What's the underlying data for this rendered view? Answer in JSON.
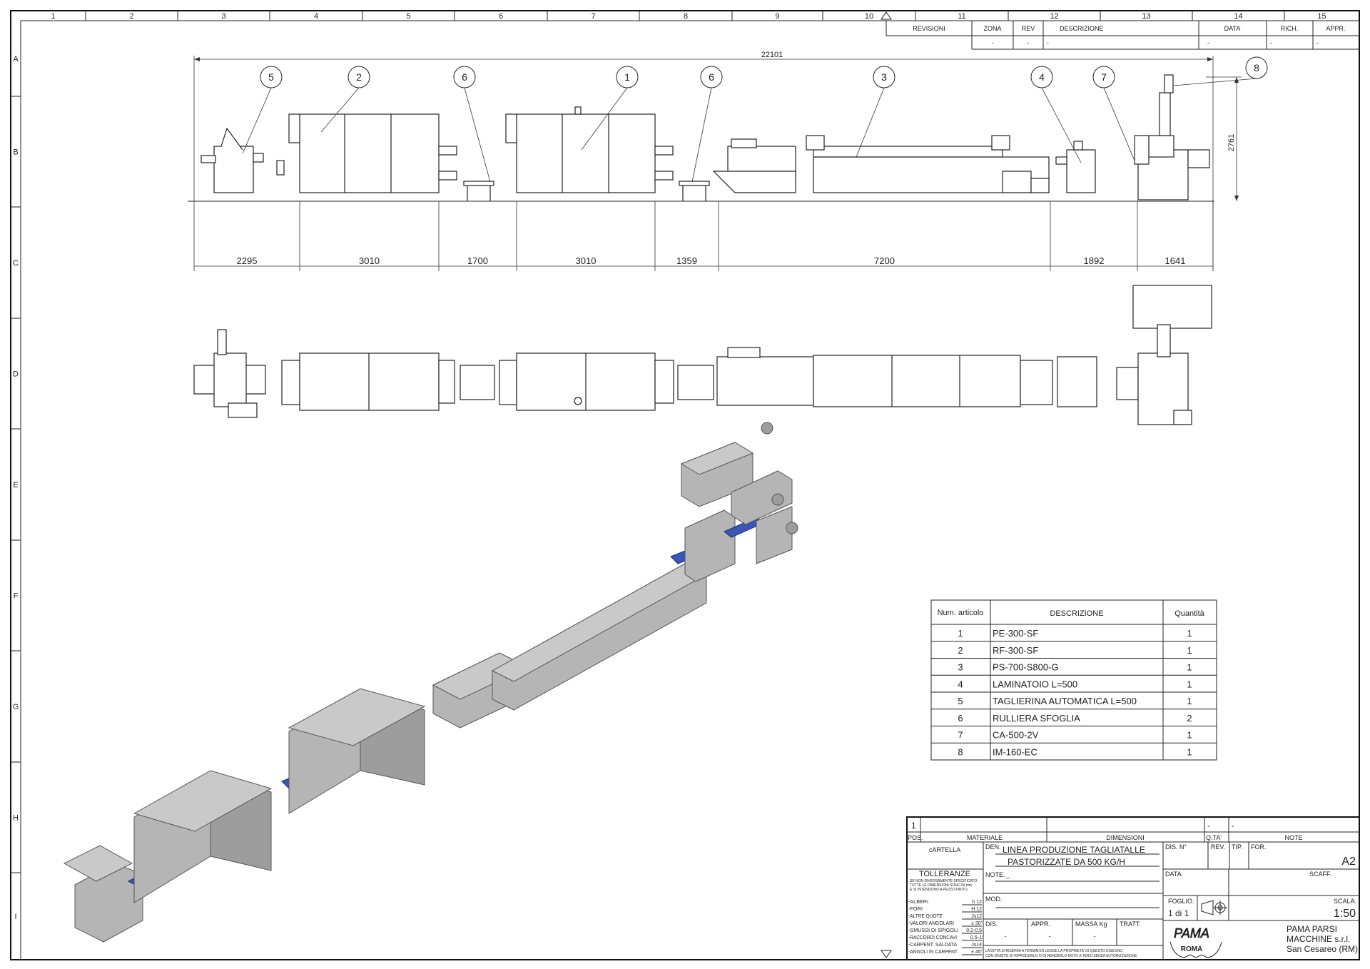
{
  "sheet": {
    "columns": [
      "1",
      "2",
      "3",
      "4",
      "5",
      "6",
      "7",
      "8",
      "9",
      "10",
      "11",
      "12",
      "13",
      "14",
      "15"
    ],
    "rows": [
      "A",
      "B",
      "C",
      "D",
      "E",
      "F",
      "G",
      "H",
      "I"
    ]
  },
  "revisions": {
    "headers": [
      "REVISIONI",
      "ZONA",
      "REV",
      "DESCRIZIONE",
      "DATA",
      "RICH.",
      "APPR."
    ],
    "row": [
      "-",
      "-",
      "-",
      "-",
      "-",
      "-"
    ]
  },
  "elevation": {
    "overall_length": "22101",
    "height": "2761",
    "segments": [
      "2295",
      "3010",
      "1700",
      "3010",
      "1359",
      "7200",
      "1892",
      "1641"
    ],
    "balloons": [
      "5",
      "2",
      "6",
      "1",
      "6",
      "3",
      "4",
      "7",
      "8"
    ]
  },
  "parts_table": {
    "headers": [
      "Num. articolo",
      "DESCRIZIONE",
      "Quantità"
    ],
    "rows": [
      {
        "num": "1",
        "desc": "PE-300-SF",
        "qty": "1"
      },
      {
        "num": "2",
        "desc": "RF-300-SF",
        "qty": "1"
      },
      {
        "num": "3",
        "desc": "PS-700-S800-G",
        "qty": "1"
      },
      {
        "num": "4",
        "desc": "LAMINATOIO  L=500",
        "qty": "1"
      },
      {
        "num": "5",
        "desc": "TAGLIERINA AUTOMATICA L=500",
        "qty": "1"
      },
      {
        "num": "6",
        "desc": "RULLIERA SFOGLIA",
        "qty": "2"
      },
      {
        "num": "7",
        "desc": "CA-500-2V",
        "qty": "1"
      },
      {
        "num": "8",
        "desc": "IM-160-EC",
        "qty": "1"
      }
    ]
  },
  "title_block": {
    "pos_value": "1",
    "qta_value": "-",
    "note_value": "-",
    "pos_label": "POS.",
    "materiale_label": "MATERIALE",
    "dimensioni_label": "DIMENSIONI",
    "qta_label": "Q.TA'",
    "note_label": "NOTE",
    "cartella_label": "cARTELLA",
    "den_label": "DEN.",
    "den_line1": "LINEA PRODUZIONE TAGLIATALLE",
    "den_line2": "PASTORIZZATE DA 500 KG/H",
    "dis_n_label": "DIS. N°",
    "rev_label": "REV.",
    "tip_label": "TIP.",
    "for_label": "FOR.",
    "for_value": "A2",
    "tolleranze_label": "TOLLERANZE",
    "tolleranze_note1": "SE NON DIVERSAMENTE SPECIFICATO",
    "tolleranze_note2": "TUTTE LE DIMENSIONI SONO IN mm",
    "tolleranze_note3": "E SI INTENDONO A PEZZO FINITO.",
    "note_field_label": "NOTE.",
    "note_field_value": "_",
    "data_label": "DATA.",
    "scaff_label": "SCAFF.",
    "mod_label": "MOD.",
    "foglio_label": "FOGLIO.",
    "foglio_value": "1 di 1",
    "scala_label": "SCALA.",
    "scala_value": "1:50",
    "tolerances": [
      {
        "label": "-ALBERI",
        "value": "h 12"
      },
      {
        "label": "-FORI",
        "value": "H 12"
      },
      {
        "label": "-ALTRE QUOTE",
        "value": "Js12"
      },
      {
        "label": "-VALORI ANGOLARI",
        "value": "± 30'"
      },
      {
        "label": "-SMUSSI DI SPIGOLI",
        "value": "0.2-0.5"
      },
      {
        "label": "-RACCORDI CONCAVI",
        "value": "0.5-1"
      },
      {
        "label": "-CARPENT. SALDATA",
        "value": "Js14"
      },
      {
        "label": "-ANGOLI IN CARPENT.",
        "value": "± 45'"
      }
    ],
    "dis_label": "DIS.",
    "dis_value": "-",
    "appr_label": "APPR.",
    "appr_value": "-",
    "massa_label": "MASSA Kg",
    "massa_value": "-",
    "tratt_label": "TRATT.",
    "legal1": "LA DITTA SI RISERVA A TERMINI DI LEGGE LA PROPRIETA' DI QUESTO DISEGNO",
    "legal2": "CON DIVIETO DI RIPRODURLO O DI RENDERLO NOTO A TERZI SENZA AUTORIZZAZIONE",
    "logo_text_top": "PAMA",
    "logo_text_bottom": "ROMA",
    "company1": "PAMA PARSI",
    "company2": "MACCHINE s.r.l.",
    "company3": "San Cesareo (RM)"
  },
  "colors": {
    "line": "#222222",
    "conveyor_blue": "#3b55b8",
    "steel": "#b5b5b5"
  }
}
